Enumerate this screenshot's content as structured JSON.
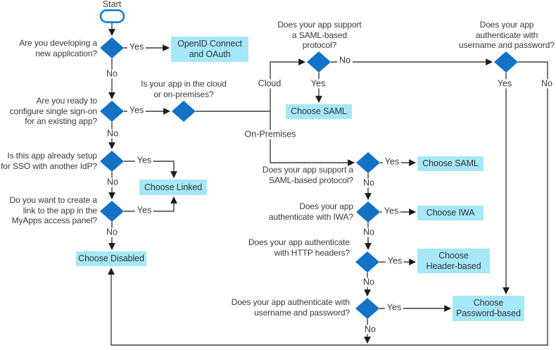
{
  "diagram": {
    "type": "flowchart",
    "start_label": "Start",
    "branch_labels": {
      "cloud": "Cloud",
      "on_premises": "On-Premises"
    },
    "edge_labels": {
      "yes": "Yes",
      "no": "No"
    },
    "decisions": {
      "developing": "Are you developing a\nnew application?",
      "ready_sso": "Are you ready to\nconfigure single sign-on\nfor an existing app?",
      "cloud_or_onprem": "Is your app in the cloud\nor on-premises?",
      "saml_cloud": "Does your app support\na SAML-based\nprotocol?",
      "userpass_cloud": "Does your app\nauthenticate with\nusername and password?",
      "already_idp": "Is this app already setup\nfor SSO with another IdP?",
      "myapps_link": "Do you want to create a\nlink to the app in the\nMyApps access panel?",
      "saml_onprem": "Does your app support a\nSAML-based protocol?",
      "iwa": "Does your app\nauthenticate with IWA?",
      "http_headers": "Does your app authenticate\nwith HTTP headers?",
      "userpass_onprem": "Does your app authenticate with\nusername and password?"
    },
    "outcomes": {
      "openid": "OpenID Connect\nand OAuth",
      "saml_cloud": "Choose SAML",
      "linked": "Choose Linked",
      "disabled": "Choose Disabled",
      "saml_onprem": "Choose SAML",
      "iwa": "Choose IWA",
      "header_based": "Choose\nHeader-based",
      "password_based": "Choose\nPassword-based"
    },
    "colors": {
      "decision_fill": "#1371c6",
      "outcome_fill": "#a5e8f9",
      "start_outline": "#0078d7",
      "connector": "#3f3f3f",
      "text": "#3a3a3a"
    }
  }
}
